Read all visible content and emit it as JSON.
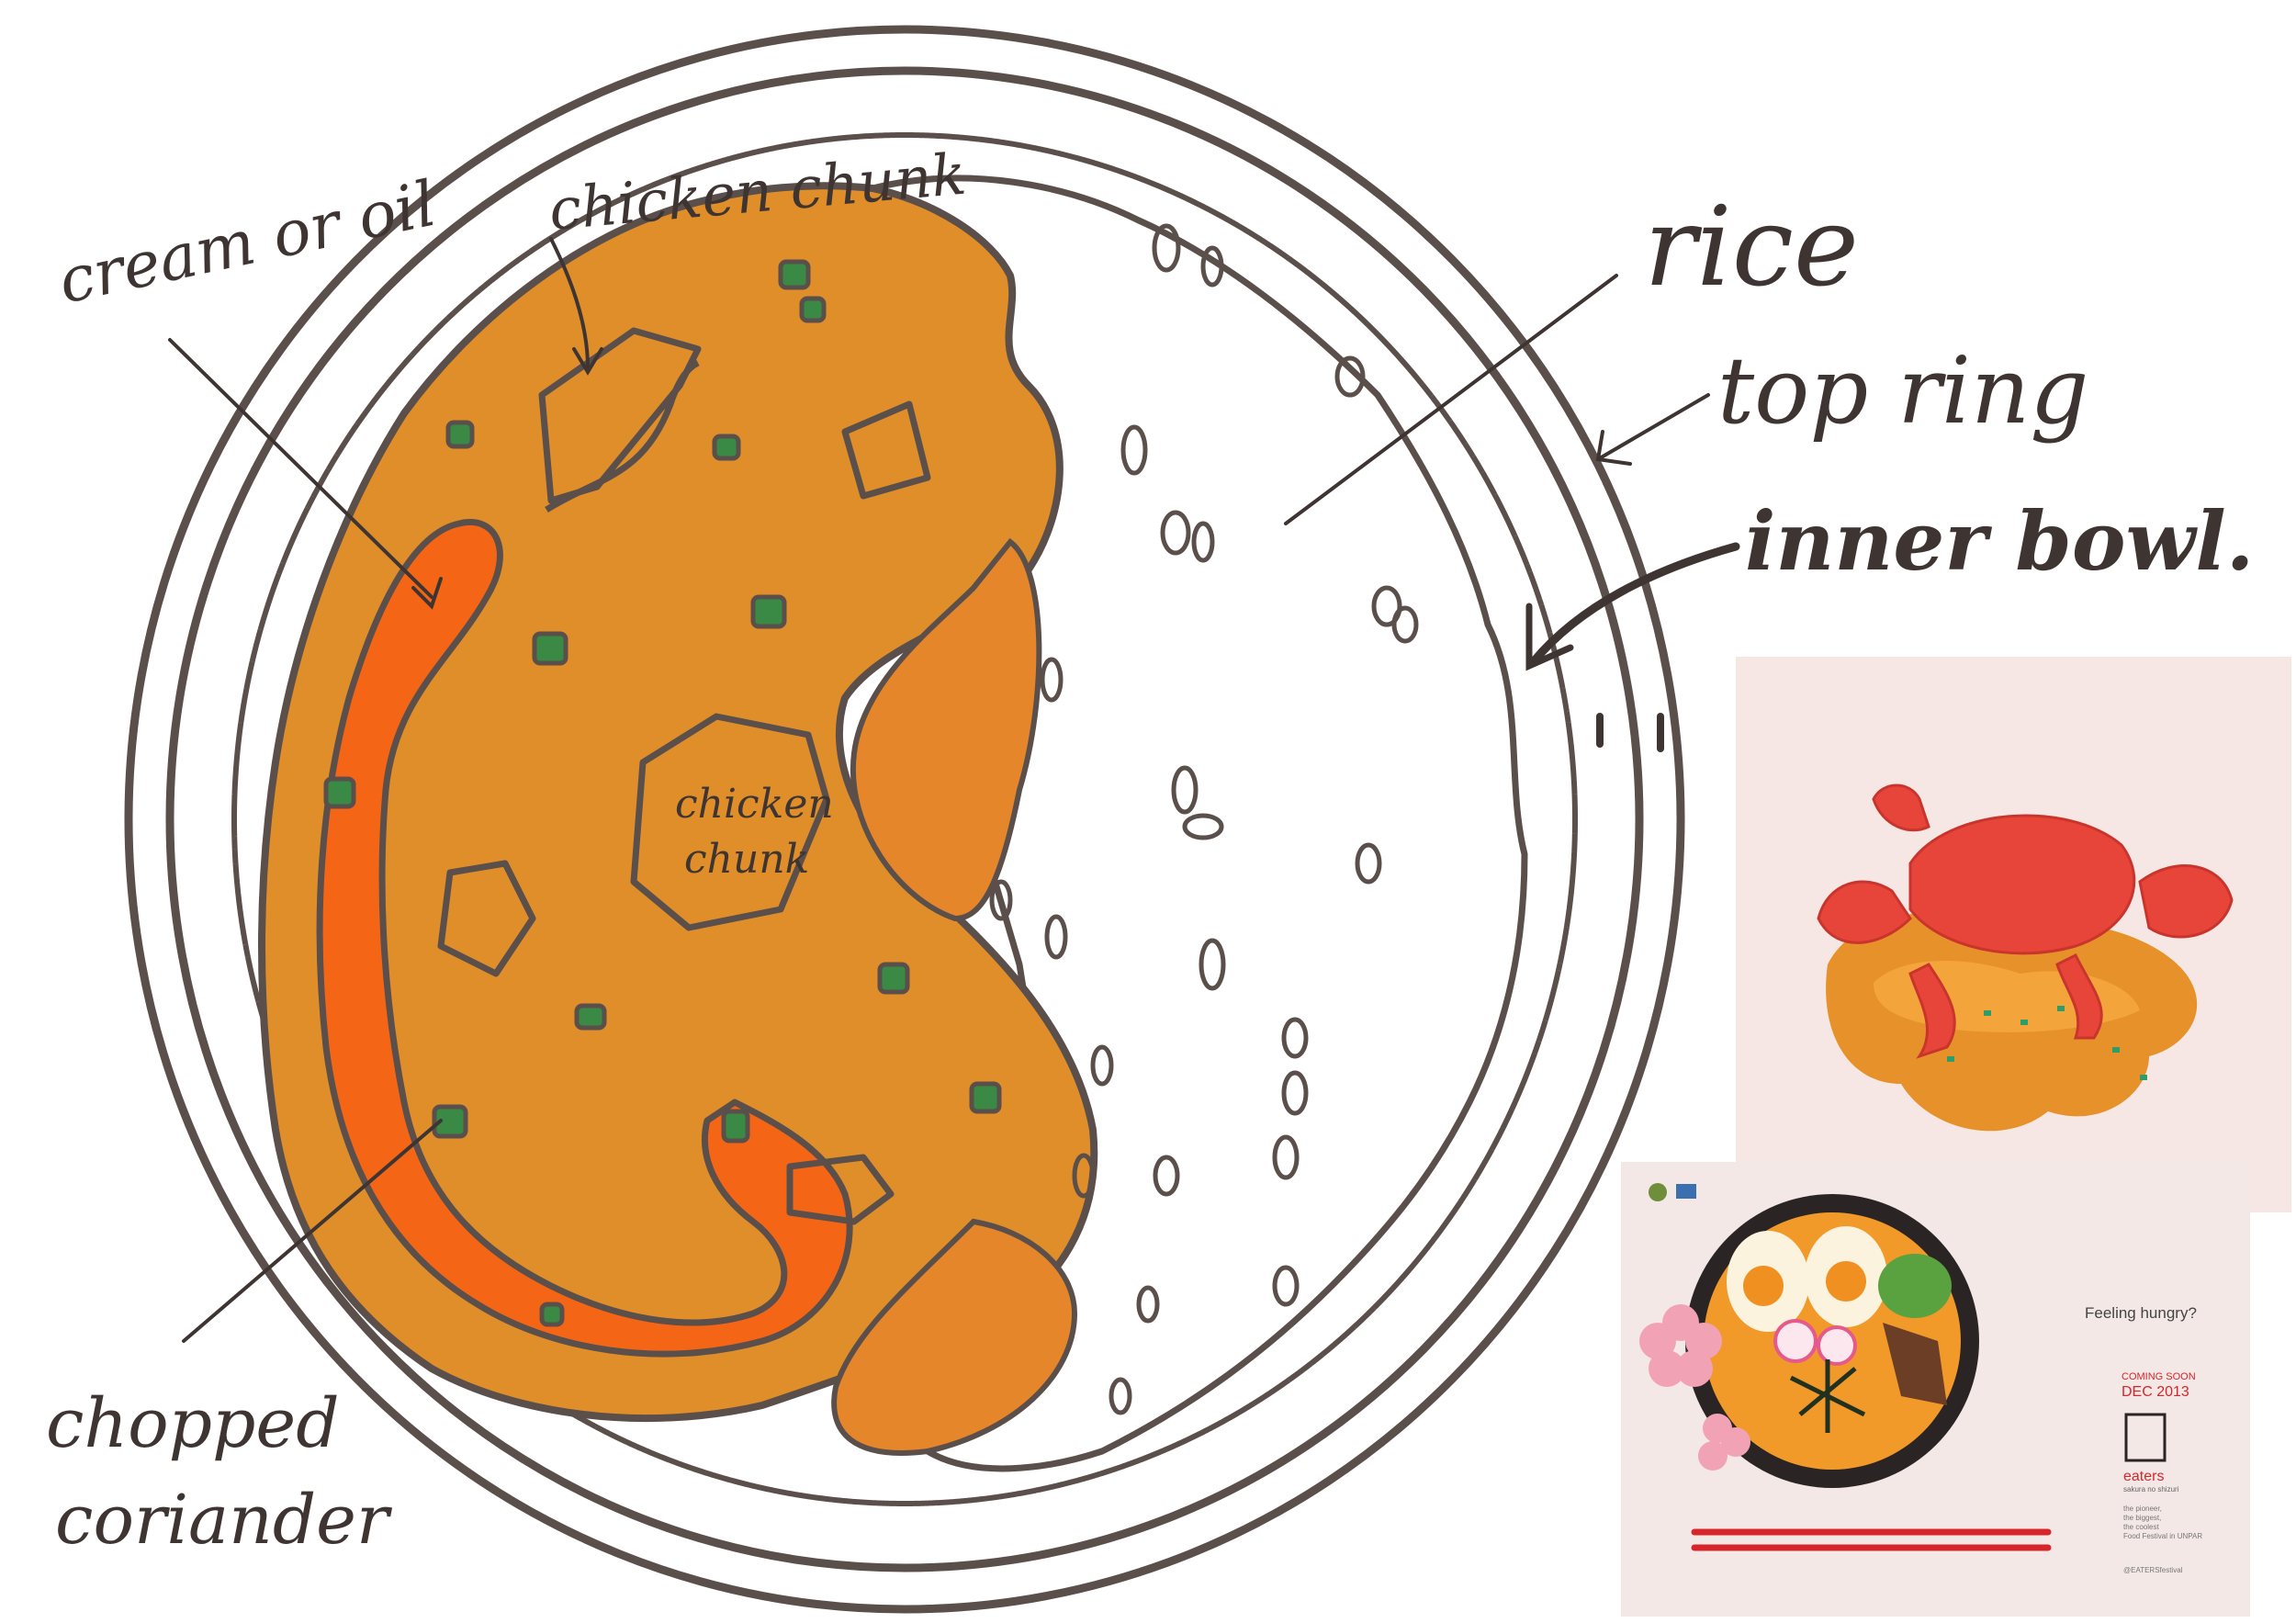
{
  "annotations": {
    "cream_or_oil": "cream or oil",
    "chicken_chunk_top": "chicken chunk",
    "chicken_chunk_center_line1": "chicken",
    "chicken_chunk_center_line2": "chunk",
    "rice": "rice",
    "top_ring": "top ring",
    "inner_bowl": "inner bowl.",
    "chopped_line1": "chopped",
    "chopped_line2": "coriander"
  },
  "poster": {
    "tagline": "Feeling hungry?",
    "coming_soon": "COMING SOON",
    "date": "DEC 2013",
    "brand": "eaters",
    "brand_sub": "sakura no shizuri",
    "lines": [
      "the pioneer,",
      "the biggest,",
      "the coolest",
      "Food Festival in UNPAR"
    ],
    "handle": "@EATERSfestival"
  },
  "colors": {
    "outline": "#5b4f4b",
    "curry": "#df8e2a",
    "curry_dark": "#e5862b",
    "cream_oil": "#f46616",
    "coriander": "#3a8a45",
    "crab_red": "#e8453a",
    "photo_bg": "#f6e7e4"
  }
}
